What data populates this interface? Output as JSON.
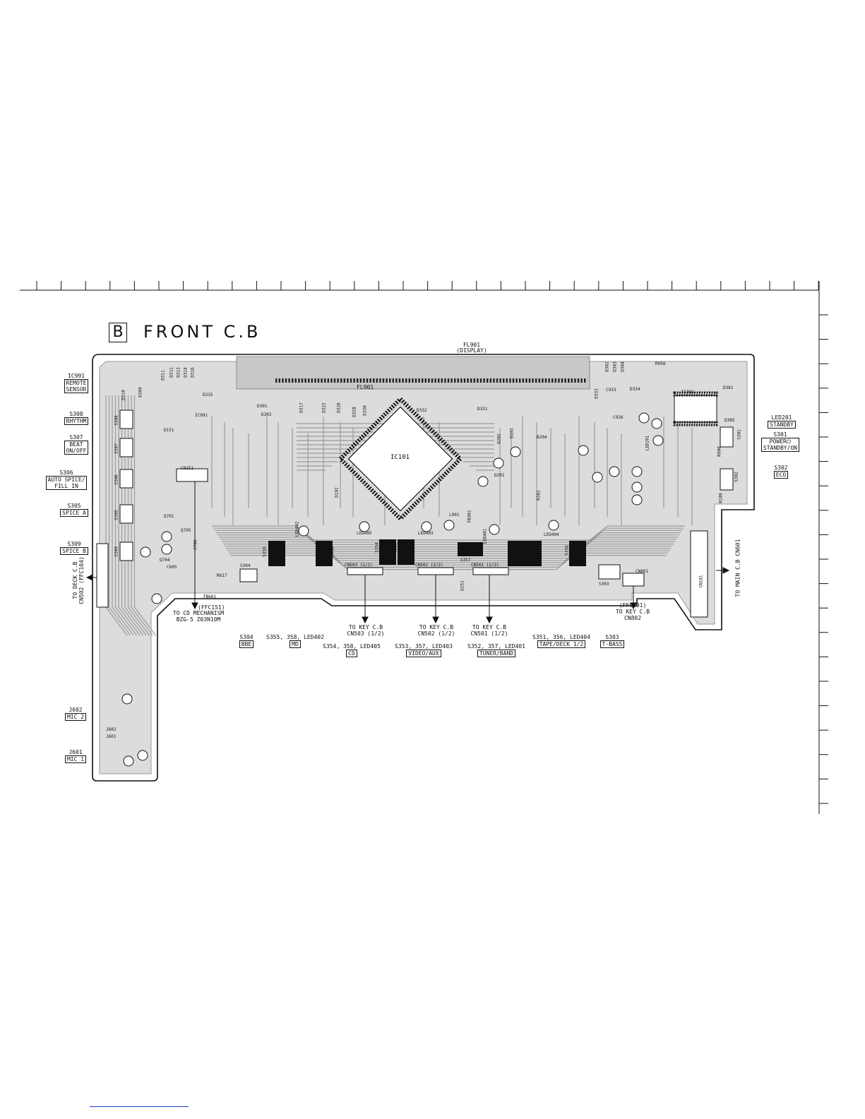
{
  "board": {
    "letter": "B",
    "name": "FRONT  C.B"
  },
  "display": {
    "ref": "FL901",
    "desc": "(DISPLAY)",
    "label_on_board": "FL901"
  },
  "main_ic": {
    "ref": "IC101"
  },
  "left_labels": [
    {
      "ref": "IC991",
      "lines": [
        "REMOTE",
        "SENSOR"
      ]
    },
    {
      "ref": "S308",
      "lines": [
        "RHYTHM"
      ]
    },
    {
      "ref": "S307",
      "lines": [
        "BEAT",
        "ON/OFF"
      ]
    },
    {
      "ref": "S306",
      "lines": [
        "AUTO SPICE/",
        "FILL IN"
      ]
    },
    {
      "ref": "S305",
      "lines": [
        "SPICE A"
      ]
    },
    {
      "ref": "S309",
      "lines": [
        "SPICE B"
      ]
    },
    {
      "ref": "J602",
      "lines": [
        "MIC 2"
      ]
    },
    {
      "ref": "J601",
      "lines": [
        "MIC 1"
      ]
    }
  ],
  "right_labels": [
    {
      "ref": "LED201",
      "lines": [
        "STANDBY"
      ]
    },
    {
      "ref": "S301",
      "lines": [
        "POWER⏻",
        "STANDBY/ON"
      ]
    },
    {
      "ref": "S302",
      "lines": [
        "ECO"
      ]
    }
  ],
  "connectors": {
    "deck": "TO DECK C.B",
    "deck_cn": "CN502 (FFC104)",
    "cd_ffc": "(FFC151)",
    "cd_line1": "TO CD MECHANISM",
    "cd_line2": "BZG-5 Z03N10M",
    "main": "TO MAIN C.B CN601",
    "key3": [
      "TO KEY C.B",
      "CN503 (1/2)"
    ],
    "key2": [
      "TO KEY C.B",
      "CN502 (1/2)"
    ],
    "key1": [
      "TO KEY C.B",
      "CN501 (1/2)"
    ],
    "key801": [
      "(FFC801)",
      "TO KEY C.B",
      "CN802"
    ]
  },
  "bottom_labels": [
    {
      "ref": "S304",
      "name": "BBE"
    },
    {
      "ref": "S355, 358, LED402",
      "name": "MD"
    },
    {
      "ref": "S354, 358, LED405",
      "name": "CD"
    },
    {
      "ref": "S353, 357, LED403",
      "name": "VIDEO/AUX"
    },
    {
      "ref": "S352, 357, LED401",
      "name": "TUNER/BAND"
    },
    {
      "ref": "S351, 356, LED404",
      "name": "TAPE/DECK 1/2"
    },
    {
      "ref": "S303",
      "name": "T-BASS"
    }
  ],
  "board_refs": {
    "cn151": "CN151",
    "cn503": "CN503 (2/2)",
    "cn502": "CN502 (2/2)",
    "cn501": "CN501 (2/2)",
    "cn801": "CN801",
    "cn101": "CN101",
    "ic991": "IC991",
    "ic381": "IC381",
    "s308": "S308",
    "s307": "S307",
    "s306": "S306",
    "s305": "S305",
    "s309": "S309",
    "s304": "S304",
    "s303": "S303",
    "s301": "S301",
    "s302": "S302",
    "s355": "S355",
    "s358": "S358",
    "s354": "S354",
    "s353": "S353",
    "s357": "S357",
    "s352": "S352",
    "s351": "S351",
    "s356": "S356",
    "led402": "LED402",
    "led405": "LED405",
    "led403": "LED403",
    "led401": "LED401",
    "led404": "LED404",
    "led201": "LED201",
    "j602": "J602",
    "j601": "J601",
    "fb601": "FB601",
    "l901": "L901",
    "fb301": "FB301",
    "d311": "D311",
    "d312": "D312",
    "d313": "D313",
    "d314": "D314",
    "d316": "D316",
    "d310": "D310",
    "d309": "D309",
    "d315": "D315",
    "d301": "D301",
    "d302": "D302",
    "d317": "D317",
    "d322": "D322",
    "d326": "D326",
    "d328": "D328",
    "d330": "D330",
    "d331": "D331",
    "d332": "D332",
    "d333": "D333",
    "d334": "D334",
    "d381": "D381",
    "d382": "D382",
    "d383": "D383",
    "d384": "D384",
    "d385": "D385",
    "d151": "D151",
    "d202": "D202",
    "d203": "D203",
    "d201": "D201",
    "d102": "D102",
    "d251": "D251",
    "q704": "Q704",
    "q705": "Q705",
    "q701": "Q701",
    "c706": "C706",
    "c605": "C605",
    "r956": "R956",
    "c933": "C933",
    "c926": "C926",
    "r617": "R617",
    "r301": "R301",
    "r990": "R990",
    "r109": "R109",
    "b204": "B204"
  },
  "colors": {
    "ink": "#111111",
    "board_fill": "#dcdcdc",
    "trace": "#9a9a9a",
    "link": "#1a3fd0"
  }
}
